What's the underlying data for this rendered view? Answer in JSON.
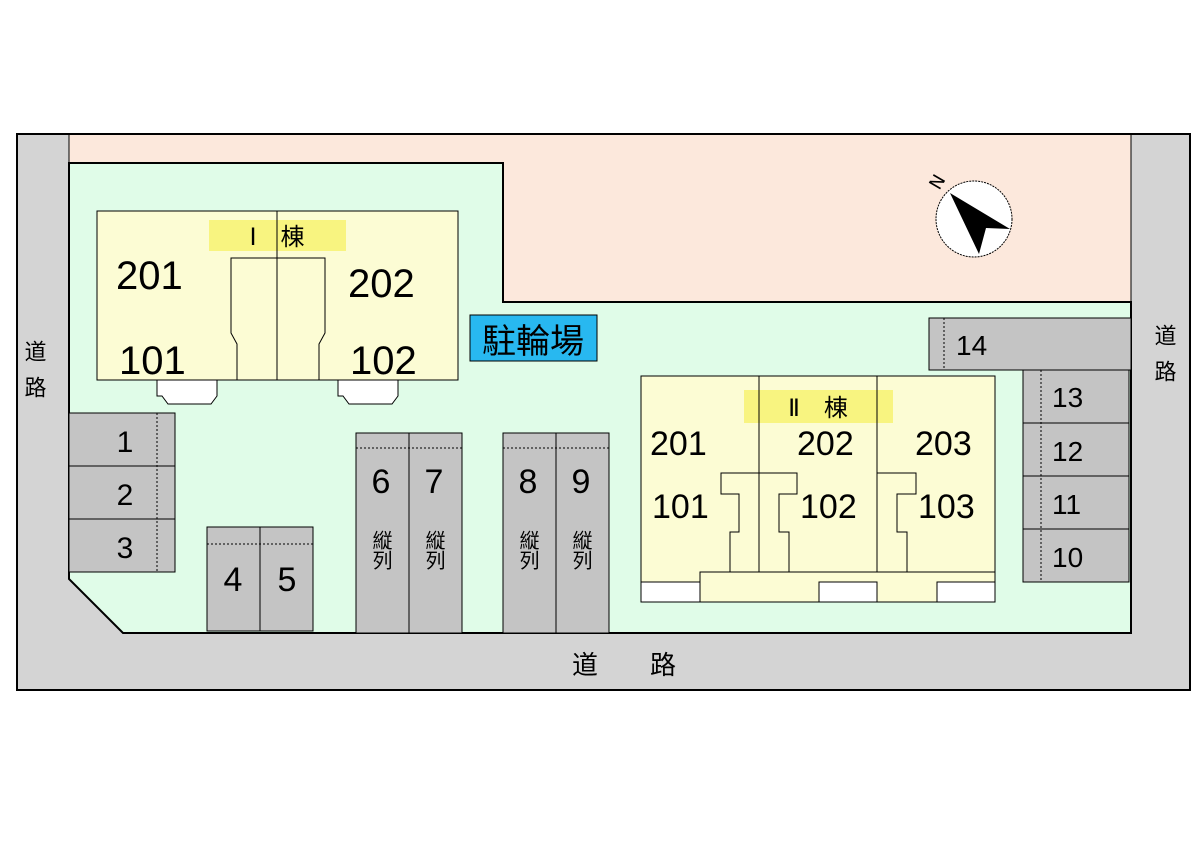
{
  "colors": {
    "road": "#d4d4d4",
    "ground": "#e0fce8",
    "neighbor_lot": "#fce8dc",
    "building": "#fcfcd4",
    "label_bg": "#f8f480",
    "parking": "#c4c4c4",
    "bicycle_parking": "#28b8f0",
    "outline": "#000000"
  },
  "roads": {
    "left": "道路",
    "right": "道路",
    "bottom": "道　　路"
  },
  "compass": {
    "label": "N",
    "icon": "north-arrow-icon"
  },
  "bicycle_parking": {
    "label": "駐輪場"
  },
  "building_1": {
    "label": "Ⅰ　棟",
    "units": {
      "u201": "201",
      "u202": "202",
      "u101": "101",
      "u102": "102"
    }
  },
  "building_2": {
    "label": "Ⅱ　棟",
    "units": {
      "u201": "201",
      "u202": "202",
      "u203": "203",
      "u101": "101",
      "u102": "102",
      "u103": "103"
    }
  },
  "parking": {
    "s1": "1",
    "s2": "2",
    "s3": "3",
    "s4": "4",
    "s5": "5",
    "s6": "6",
    "s7": "7",
    "s8": "8",
    "s9": "9",
    "s10": "10",
    "s11": "11",
    "s12": "12",
    "s13": "13",
    "s14": "14",
    "tandem_label": "縦列"
  }
}
